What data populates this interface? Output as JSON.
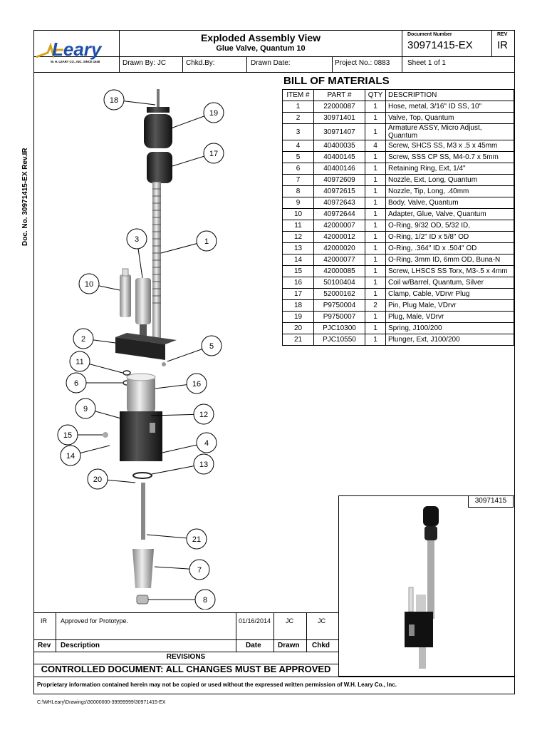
{
  "side_doc_no": "Doc. No. 30971415-EX Rev.IR",
  "logo": {
    "name": "Leary",
    "tagline": "W. H. LEARY CO., INC. SINCE 1928"
  },
  "header": {
    "title": "Exploded Assembly View",
    "subtitle": "Glue Valve, Quantum 10",
    "doc_number_label": "Document Number",
    "doc_number": "30971415-EX",
    "rev_label": "REV",
    "rev": "IR",
    "drawn_by": "Drawn By: JC",
    "chkd_by": "Chkd.By:",
    "drawn_date": "Drawn Date:",
    "project_no": "Project No.: 0883",
    "sheet": "Sheet 1 of 1"
  },
  "bom": {
    "title": "BILL OF MATERIALS",
    "columns": [
      "ITEM #",
      "PART #",
      "QTY",
      "DESCRIPTION"
    ],
    "rows": [
      [
        "1",
        "22000087",
        "1",
        "Hose, metal, 3/16\" ID SS, 10\""
      ],
      [
        "2",
        "30971401",
        "1",
        "Valve, Top, Quantum"
      ],
      [
        "3",
        "30971407",
        "1",
        "Armature ASSY, Micro Adjust, Quantum"
      ],
      [
        "4",
        "40400035",
        "4",
        "Screw, SHCS SS, M3 x .5 x 45mm"
      ],
      [
        "5",
        "40400145",
        "1",
        "Screw, SSS CP SS, M4-0.7 x 5mm"
      ],
      [
        "6",
        "40400146",
        "1",
        "Retaining Ring, Ext, 1/4\""
      ],
      [
        "7",
        "40972609",
        "1",
        "Nozzle, Ext, Long, Quantum"
      ],
      [
        "8",
        "40972615",
        "1",
        "Nozzle, Tip, Long, .40mm"
      ],
      [
        "9",
        "40972643",
        "1",
        "Body, Valve, Quantum"
      ],
      [
        "10",
        "40972644",
        "1",
        "Adapter, Glue, Valve, Quantum"
      ],
      [
        "11",
        "42000007",
        "1",
        "O-Ring, 9/32 OD, 5/32 ID,"
      ],
      [
        "12",
        "42000012",
        "1",
        "O-Ring, 1/2\" ID x 5/8\" OD"
      ],
      [
        "13",
        "42000020",
        "1",
        "O-Ring, .364\" ID x .504\" OD"
      ],
      [
        "14",
        "42000077",
        "1",
        "O-Ring, 3mm ID, 6mm OD, Buna-N"
      ],
      [
        "15",
        "42000085",
        "1",
        "Screw, LHSCS SS Torx, M3-.5 x 4mm"
      ],
      [
        "16",
        "50100404",
        "1",
        "Coil w/Barrel, Quantum, Silver"
      ],
      [
        "17",
        "52000162",
        "1",
        "Clamp, Cable, VDrvr Plug"
      ],
      [
        "18",
        "P9750004",
        "2",
        "Pin, Plug Male, VDrvr"
      ],
      [
        "19",
        "P9750007",
        "1",
        "Plug, Male, VDrvr"
      ],
      [
        "20",
        "PJC10300",
        "1",
        "Spring, J100/200"
      ],
      [
        "21",
        "PJC10550",
        "1",
        "Plunger, Ext, J100/200"
      ]
    ]
  },
  "balloons": [
    "18",
    "19",
    "17",
    "3",
    "1",
    "10",
    "2",
    "5",
    "11",
    "6",
    "16",
    "9",
    "12",
    "15",
    "4",
    "14",
    "13",
    "20",
    "21",
    "7",
    "8"
  ],
  "inset_label": "30971415",
  "revisions": {
    "rows": [
      {
        "rev": "IR",
        "description": "Approved for Prototype.",
        "date": "01/16/2014",
        "drawn": "JC",
        "chkd": "JC"
      }
    ],
    "headers": {
      "rev": "Rev",
      "description": "Description",
      "date": "Date",
      "drawn": "Drawn",
      "chkd": "Chkd"
    },
    "title": "REVISIONS"
  },
  "controlled": "CONTROLLED DOCUMENT: ALL CHANGES MUST BE APPROVED",
  "proprietary": "Proprietary information contained herein may not be copied or used without the expressed written permission of W.H. Leary Co., Inc.",
  "file_path": "C:\\WHLeary\\Drawings\\30000000-39999999\\30971415-EX",
  "colors": {
    "logo_blue": "#1f4fa8",
    "logo_gold": "#d8a21c"
  }
}
